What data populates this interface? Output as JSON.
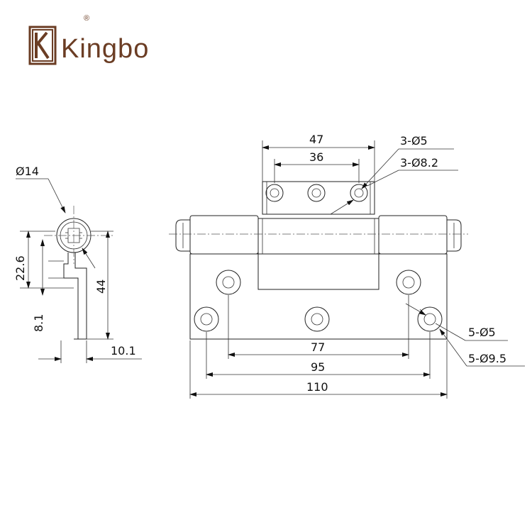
{
  "brand": {
    "name": "Kingbo",
    "registered_mark": "®",
    "logo_letter": "K"
  },
  "colors": {
    "brand": "#6b3d24",
    "line": "#222222"
  },
  "side_view": {
    "diameter_label": "Ø14",
    "height_26_label": "22.6",
    "height_44_label": "44",
    "bottom_label": "8.1",
    "width_label": "10.1"
  },
  "front_view": {
    "top_outer_label": "47",
    "top_inner_label": "36",
    "top_hole_label": "3-Ø5",
    "top_counterbore_label": "3-Ø8.2",
    "bottom_hole_label": "5-Ø5",
    "bottom_counterbore_label": "5-Ø9.5",
    "span_77_label": "77",
    "span_95_label": "95",
    "span_110_label": "110"
  }
}
